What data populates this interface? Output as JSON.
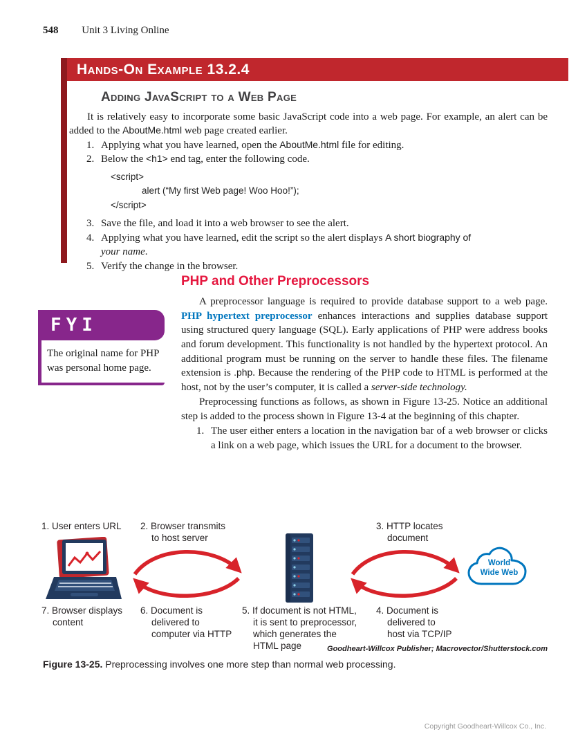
{
  "colors": {
    "banner_red": "#c0272d",
    "banner_accent_dark_red": "#8e191e",
    "heading_red": "#e5173f",
    "term_blue": "#0076be",
    "fyi_purple": "#87268b",
    "arrow_red": "#d8232a",
    "device_navy": "#223a5e",
    "cloud_blue": "#0076be"
  },
  "header": {
    "page_number": "548",
    "unit_title": "Unit 3 Living Online"
  },
  "example": {
    "banner_title": "Hands-On Example 13.2.4",
    "subtitle": "Adding JavaScript to a Web Page",
    "intro": [
      "It is relatively easy to incorporate some basic JavaScript code into a web page. For example, an alert can be added to the ",
      "AboutMe.html",
      " web page created earlier."
    ],
    "steps": [
      {
        "num": "1.",
        "seg": [
          "Applying what you have learned, open the ",
          "AboutMe.html",
          " file for editing."
        ]
      },
      {
        "num": "2.",
        "seg": [
          "Below the ",
          "<h1>",
          " end tag, enter the following code."
        ]
      },
      {
        "num": "3.",
        "seg": [
          "Save the file, and load it into a web browser to see the alert."
        ]
      },
      {
        "num": "4.",
        "seg": [
          "Applying what you have learned, edit the script so the alert displays ",
          "A short biography of",
          "your name",
          "."
        ]
      },
      {
        "num": "5.",
        "seg": [
          "Verify the change in the browser."
        ]
      }
    ],
    "code": [
      "<script>",
      "alert (“My first Web page! Woo Hoo!”);",
      "</script>"
    ]
  },
  "fyi": {
    "label": "FYI",
    "text": "The original name for PHP was personal home page."
  },
  "php": {
    "heading": "PHP and Other Preprocessors",
    "para1": [
      "A preprocessor language is required to provide database support to a web page. ",
      "PHP hypertext preprocessor",
      " enhances interactions and supplies database support using structured query language (SQL). Early applications of PHP were address books and forum development. This functionality is not handled by the hypertext protocol. An additional program must be running on the server to handle these files. The filename extension is ",
      ".php",
      ". Because the rendering of the PHP code to HTML is performed at the host, not by the user’s computer, it is called a ",
      "server-side technology."
    ],
    "para2": "Preprocessing functions as follows, as shown in Figure 13-25. Notice an additional step is added to the process shown in Figure 13-4 at the beginning of this chapter.",
    "step1_num": "1.",
    "step1": "The user either enters a location in the navigation bar of a web browser or clicks a link on a web page, which issues the URL for a document to the browser."
  },
  "figure": {
    "top_labels": [
      "1. User enters URL",
      "2. Browser transmits\nto host server",
      "3. HTTP locates\ndocument"
    ],
    "bottom_labels": [
      "7. Browser displays\ncontent",
      "6. Document is\ndelivered to\ncomputer via HTTP",
      "5. If document is not HTML,\nit is sent to preprocessor,\nwhich generates the\nHTML page",
      "4. Document is\ndelivered to\nhost via TCP/IP"
    ],
    "cloud_label": "World\nWide Web",
    "credit": "Goodheart-Willcox Publisher; Macrovector/Shutterstock.com",
    "caption_label": "Figure 13-25.",
    "caption_text": " Preprocessing involves one more step than normal web processing."
  },
  "footer": {
    "copyright": "Copyright Goodheart-Willcox Co., Inc."
  }
}
